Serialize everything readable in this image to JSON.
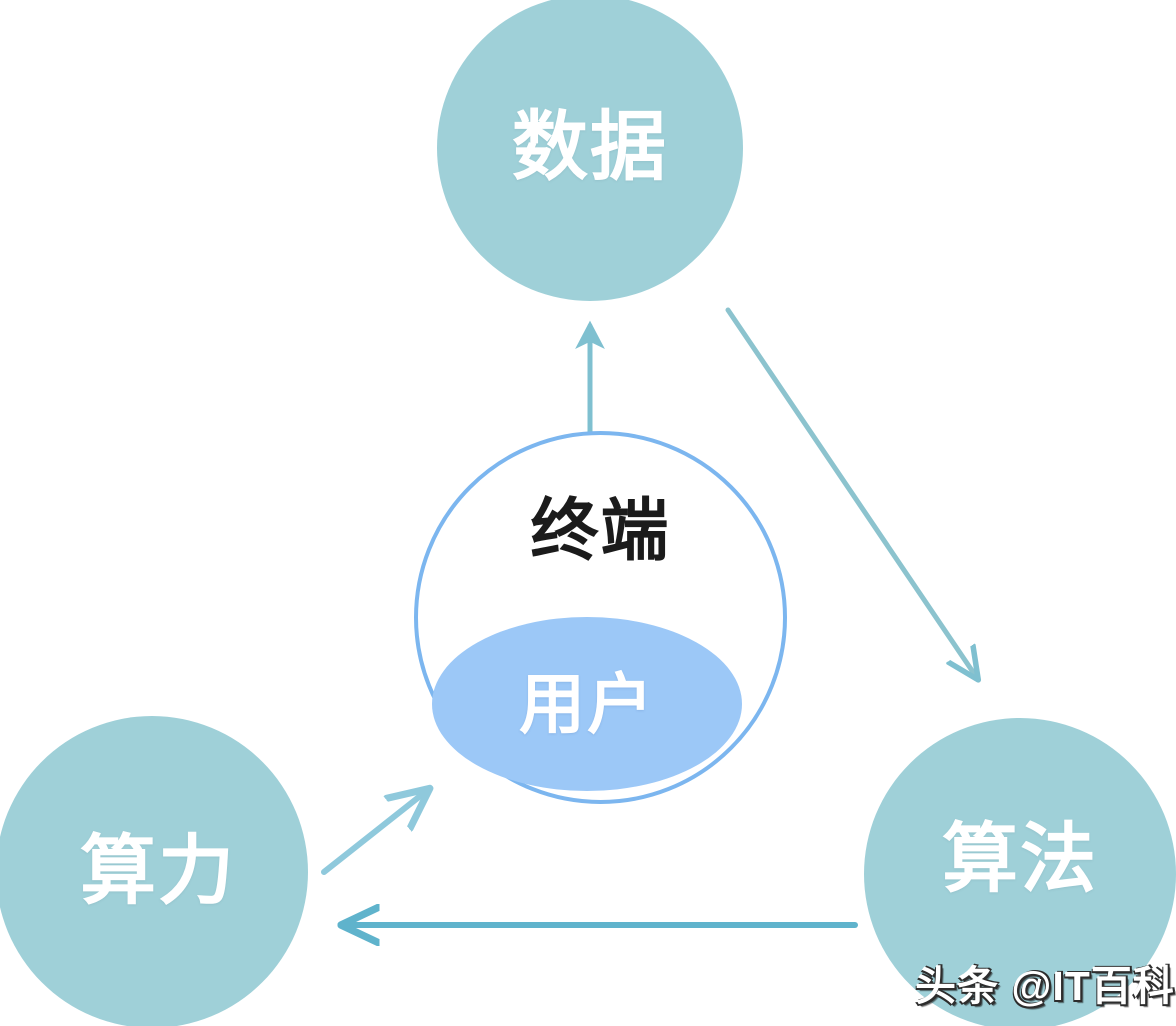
{
  "diagram": {
    "title": "",
    "background_color": "#ffffff",
    "nodes": [
      {
        "id": "data",
        "label": "数据",
        "shape": "circle",
        "fill_color": "#9fd0d8",
        "text_color": "#ffffff",
        "position": "top-center"
      },
      {
        "id": "compute",
        "label": "算力",
        "shape": "circle",
        "fill_color": "#9fd0d8",
        "text_color": "#ffffff",
        "position": "bottom-left"
      },
      {
        "id": "algorithm",
        "label": "算法",
        "shape": "circle",
        "fill_color": "#9fd0d8",
        "text_color": "#ffffff",
        "position": "bottom-right"
      },
      {
        "id": "terminal",
        "label": "终端",
        "shape": "circle-outline",
        "fill_color": "#ffffff",
        "stroke_color": "#7cb6ef",
        "text_color": "#1b1b1b",
        "position": "center"
      },
      {
        "id": "user",
        "label": "用户",
        "shape": "ellipse",
        "fill_color": "#9cc8f7",
        "text_color": "#ffffff",
        "position": "center-inner"
      }
    ],
    "arrows": [
      {
        "id": "terminal-to-data",
        "from": "terminal",
        "to": "data",
        "direction": "up",
        "color": "#7fc0d0"
      },
      {
        "id": "data-to-algorithm",
        "from": "data",
        "to": "algorithm",
        "direction": "down-right",
        "color": "#7fc0d0"
      },
      {
        "id": "algorithm-to-compute",
        "from": "algorithm",
        "to": "compute",
        "direction": "left",
        "color": "#5fb3cc"
      },
      {
        "id": "compute-to-terminal",
        "from": "compute",
        "to": "terminal",
        "direction": "up-right",
        "color": "#8fc9dc"
      }
    ],
    "watermark": "头条 @IT百科"
  }
}
